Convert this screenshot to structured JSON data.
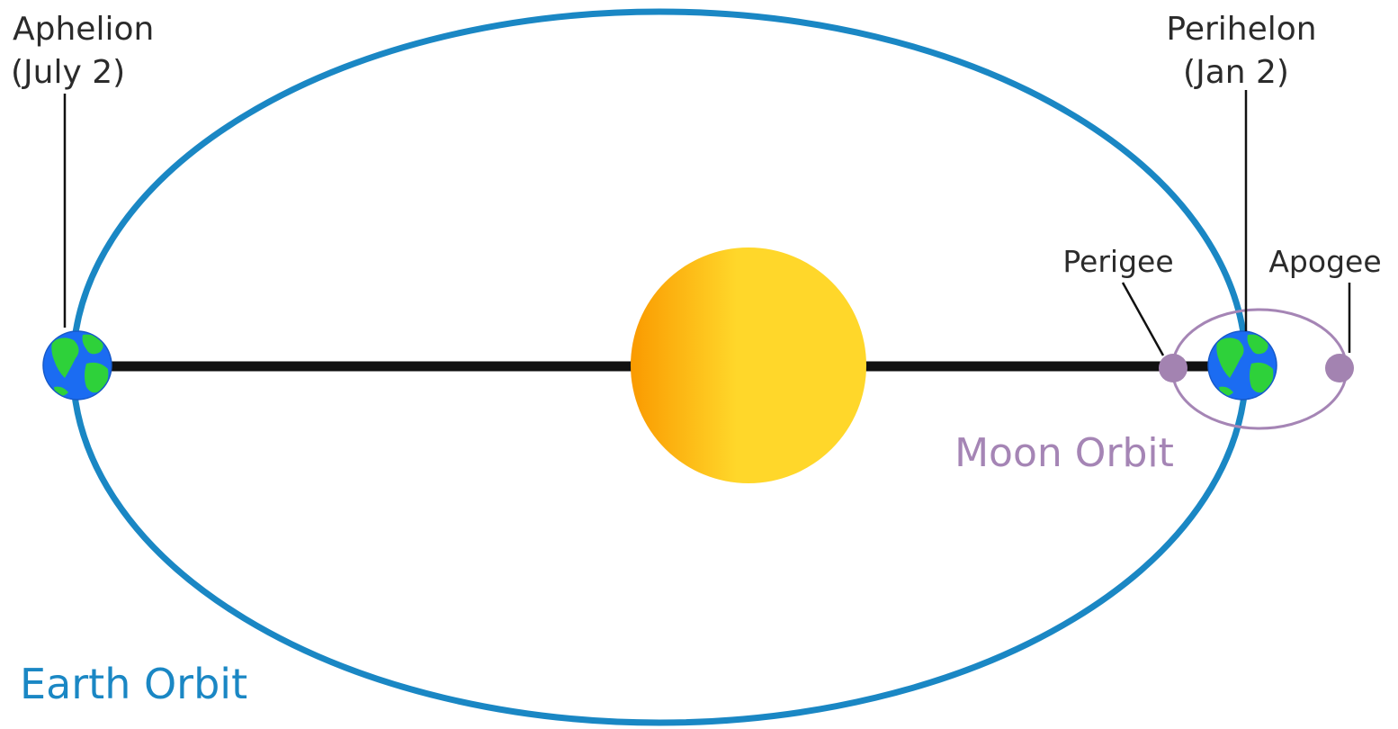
{
  "labels": {
    "aphelion_line1": "Aphelion",
    "aphelion_line2": "(July 2)",
    "perihelion_line1": "Perihelon",
    "perihelion_line2": "(Jan 2)",
    "perigee": "Perigee",
    "apogee": "Apogee",
    "moon_orbit": "Moon Orbit",
    "earth_orbit": "Earth Orbit"
  },
  "colors": {
    "earth_orbit": "#1a87c4",
    "moon_orbit": "#a585b5",
    "moon": "#a383b1",
    "sun_light": "#ffd72a",
    "sun_dark": "#fa9a00",
    "earth_ocean": "#1b6cf2",
    "earth_land": "#2ed13a",
    "axis_line": "#111111",
    "text_dark": "#2b2b2b"
  },
  "icons": {
    "sun": "sun-icon",
    "earth": "earth-icon",
    "moon": "moon-icon"
  }
}
